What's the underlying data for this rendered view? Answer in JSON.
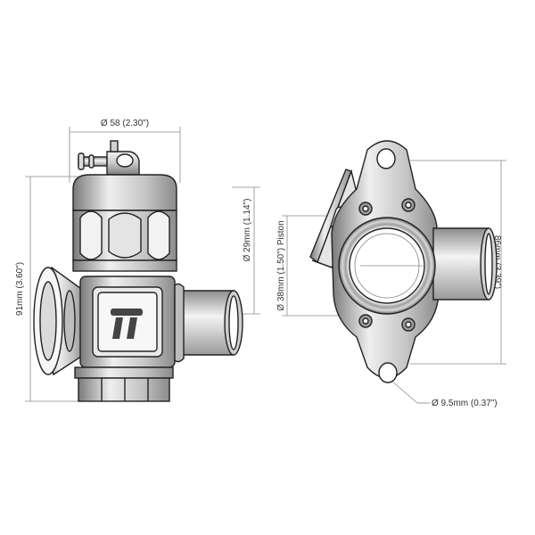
{
  "colors": {
    "line": "#222222",
    "metal_light": "#d9d9d9",
    "metal_mid": "#b5b5b5",
    "metal_dark": "#6e6e6e",
    "dimension": "#8a8a8a",
    "text": "#333333"
  },
  "dimensions": {
    "top_diameter": "Ø 58 (2.30\")",
    "height": "91mm (3.60\")",
    "inlet_diameter": "Ø 29mm (1.14\")",
    "piston_diameter": "Ø 38mm (1.50\") Piston",
    "flange_length": "86mm (3.39\")",
    "hole_diameter": "Ø 9.5mm (0.37\")"
  },
  "logo": {
    "name": "turbosmart-logo-icon"
  }
}
